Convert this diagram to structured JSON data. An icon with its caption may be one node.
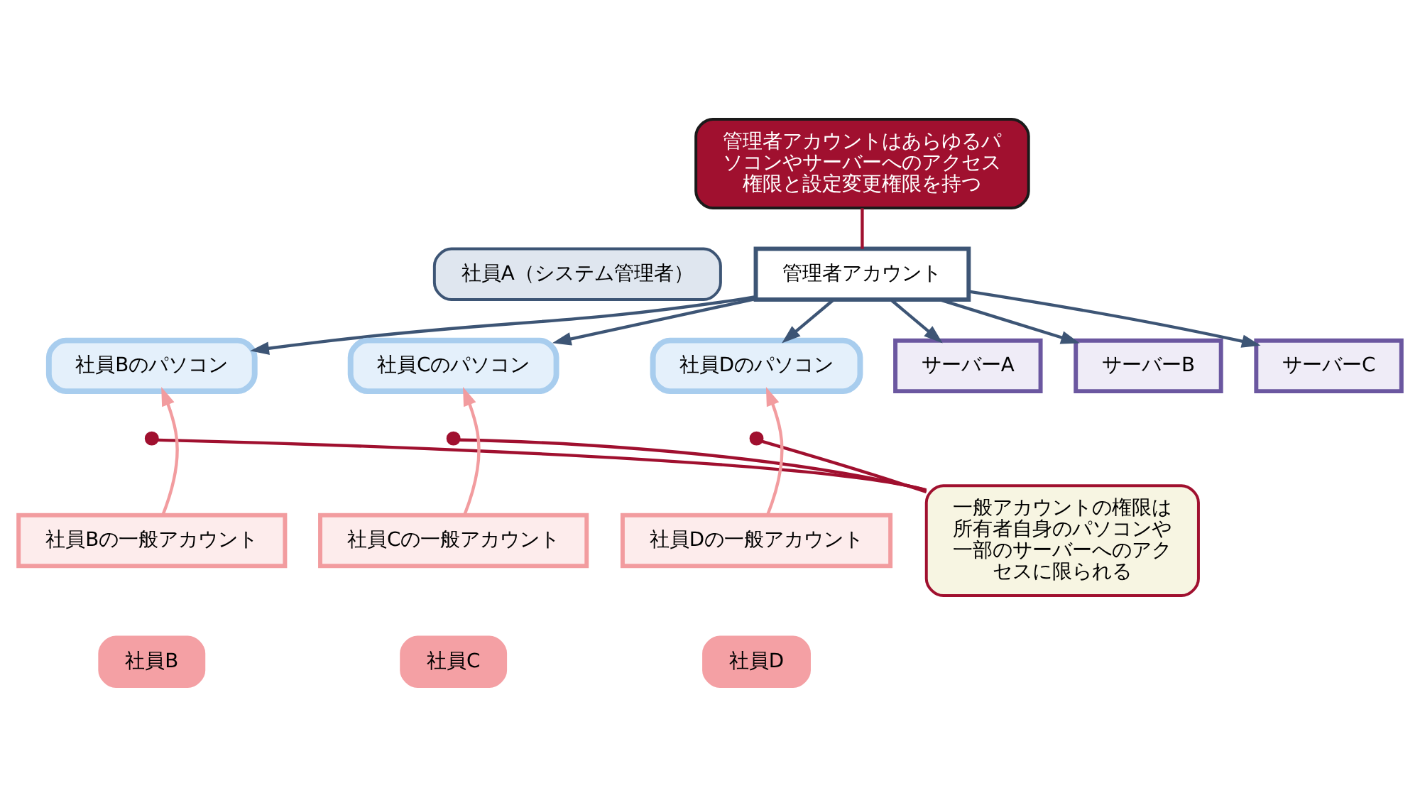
{
  "diagram": {
    "nodes": [
      {
        "text": [
          "社員A（システム管理者）"
        ]
      },
      {
        "text": [
          "管理者アカウント"
        ]
      },
      {
        "text": [
          "管理者アカウントはあらゆるパソコンやサーバーへのアクセス権限と設定変更権限を持つ"
        ]
      },
      {
        "text": [
          "社員Bのパソコン"
        ]
      },
      {
        "text": [
          "社員Cのパソコン"
        ]
      },
      {
        "text": [
          "社員Dのパソコン"
        ]
      },
      {
        "text": [
          "サーバーA"
        ]
      },
      {
        "text": [
          "サーバーB"
        ]
      },
      {
        "text": [
          "サーバーC"
        ]
      },
      {
        "text": [],
        "shape": "circle"
      },
      {
        "text": [],
        "shape": "circle"
      },
      {
        "text": [],
        "shape": "circle"
      },
      {
        "text": [
          "一般アカウントの権限は所有者自身のパソコンや一部のサーバーへのアクセスに限られる"
        ]
      },
      {
        "text": [
          "社員Bの一般アカウント"
        ]
      },
      {
        "text": [
          "社員Cの一般アカウント"
        ]
      },
      {
        "text": [
          "社員Dの一般アカウント"
        ]
      },
      {
        "text": [
          "社員B"
        ]
      },
      {
        "text": [
          "社員C"
        ]
      },
      {
        "text": [
          "社員D"
        ]
      }
    ],
    "edges": [
      {
        "from": 1,
        "to": 3,
        "arrow": "to"
      },
      {
        "from": 1,
        "to": 4,
        "arrow": "to"
      },
      {
        "from": 1,
        "to": 5,
        "arrow": "to"
      },
      {
        "from": 1,
        "to": 6,
        "arrow": "to"
      },
      {
        "from": 1,
        "to": 7,
        "arrow": "to"
      },
      {
        "from": 1,
        "to": 8,
        "arrow": "to"
      },
      {
        "from": 13,
        "to": 3,
        "arrow": "to",
        "color": "#f29c9f"
      },
      {
        "from": 14,
        "to": 4,
        "arrow": "to",
        "color": "#f29c9f"
      },
      {
        "from": 15,
        "to": 5,
        "arrow": "to",
        "color": "#f29c9f"
      },
      {
        "from": 12,
        "to": 9,
        "arrow": "none",
        "color": "#a0102f"
      },
      {
        "from": 12,
        "to": 10,
        "arrow": "none",
        "color": "#a0102f"
      },
      {
        "from": 12,
        "to": 11,
        "arrow": "none",
        "color": "#a0102f"
      },
      {
        "from": 2,
        "to": 1,
        "arrow": "none",
        "color": "#a0102f"
      }
    ]
  }
}
